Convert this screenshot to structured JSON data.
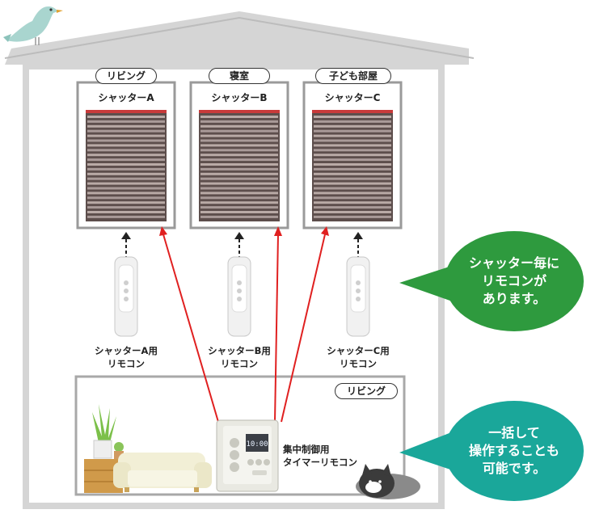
{
  "rooms": [
    {
      "room": "リビング",
      "shutter": "シャッターA",
      "remote_line1": "シャッターA用",
      "remote_line2": "リモコン"
    },
    {
      "room": "寝室",
      "shutter": "シャッターB",
      "remote_line1": "シャッターB用",
      "remote_line2": "リモコン"
    },
    {
      "room": "子ども部屋",
      "shutter": "シャッターC",
      "remote_line1": "シャッターC用",
      "remote_line2": "リモコン"
    }
  ],
  "living_room": {
    "label": "リビング"
  },
  "central_remote": {
    "line1": "集中制御用",
    "line2": "タイマーリモコン",
    "display": "10:00"
  },
  "bubbles": {
    "top": {
      "line1": "シャッター毎に",
      "line2": "リモコンが",
      "line3": "あります。",
      "color": "#2e9a3e"
    },
    "bottom": {
      "line1": "一括して",
      "line2": "操作することも",
      "line3": "可能です。",
      "color": "#1aa79a"
    }
  },
  "colors": {
    "arrow": "#e02020",
    "house": "#c7c7c7"
  }
}
